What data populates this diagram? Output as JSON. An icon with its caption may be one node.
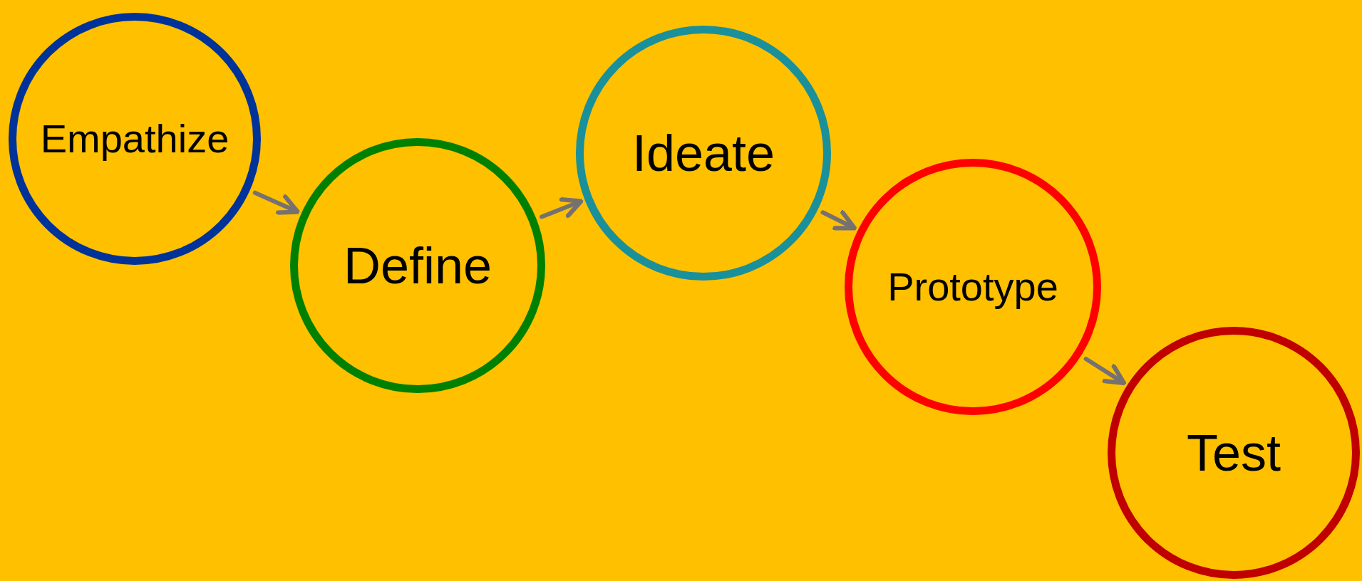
{
  "diagram": {
    "nodes": [
      {
        "text": [
          "Empathize"
        ]
      },
      {
        "text": [
          "Define"
        ]
      },
      {
        "text": [
          "Ideate"
        ]
      },
      {
        "text": [
          "Prototype"
        ]
      },
      {
        "text": [
          "Test"
        ]
      }
    ],
    "edges": [
      {
        "from": 0,
        "to": 1,
        "arrow": "to"
      },
      {
        "from": 1,
        "to": 2,
        "arrow": "to"
      },
      {
        "from": 2,
        "to": 3,
        "arrow": "to"
      },
      {
        "from": 3,
        "to": 4,
        "arrow": "to"
      }
    ]
  }
}
